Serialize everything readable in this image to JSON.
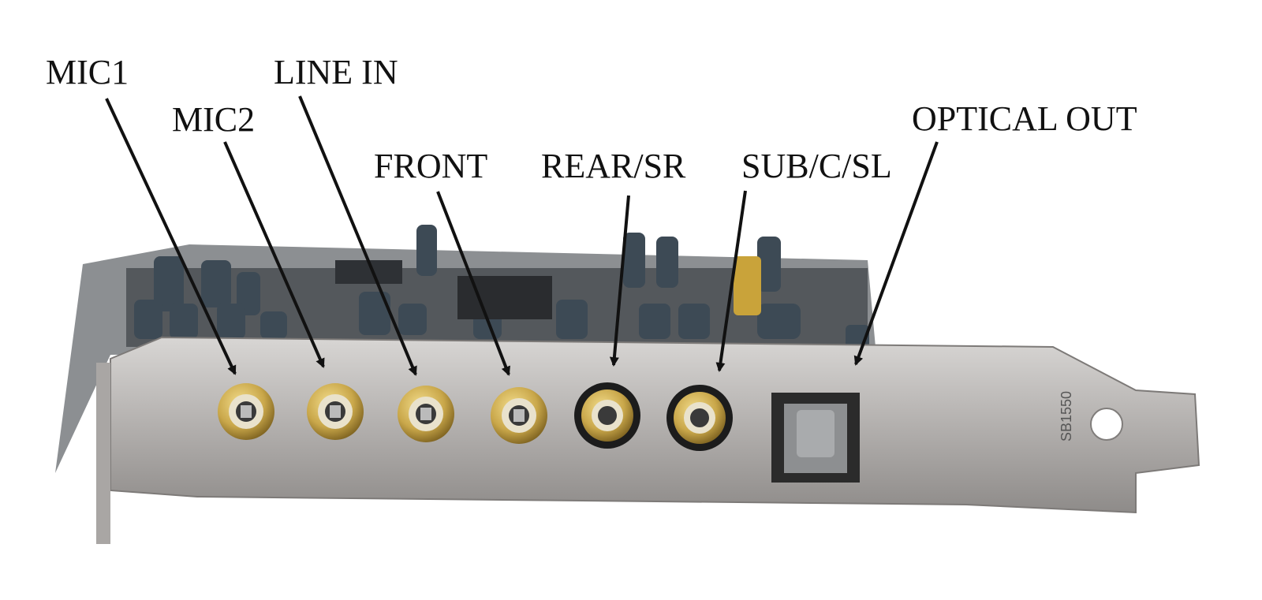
{
  "labels": {
    "mic1": "MIC1",
    "mic2": "MIC2",
    "line_in": "LINE IN",
    "front": "FRONT",
    "rear": "REAR/SR",
    "sub": "SUB/C/SL",
    "optical": "OPTICAL OUT"
  },
  "bracket_marking": "SB1550",
  "colors": {
    "bracket": "#b9b6b4",
    "board": "#4a4d50",
    "gold": "#c9a74a",
    "arrow": "#111111"
  }
}
